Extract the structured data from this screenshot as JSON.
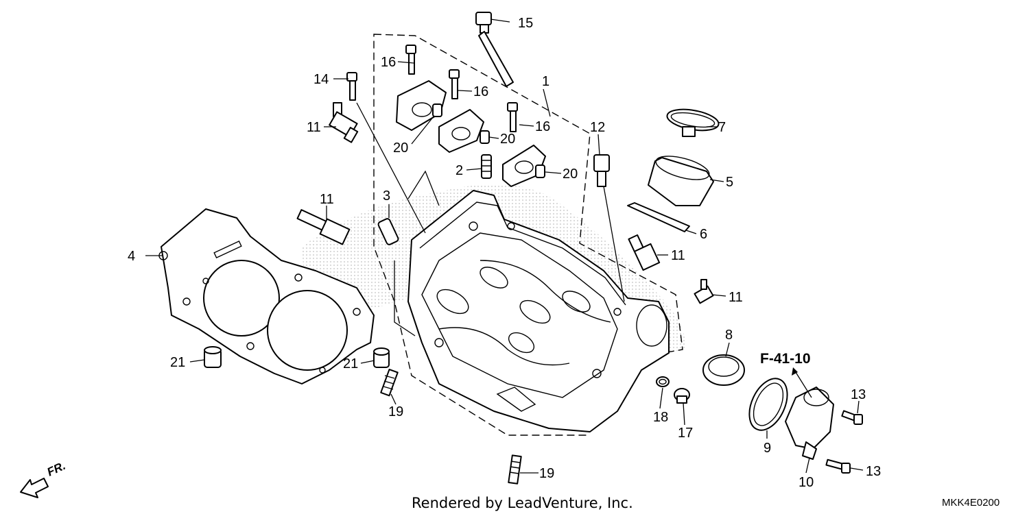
{
  "callouts": {
    "c1": "1",
    "c2": "2",
    "c3": "3",
    "c4": "4",
    "c5": "5",
    "c6": "6",
    "c7": "7",
    "c8": "8",
    "c9": "9",
    "c10": "10",
    "c11a": "11",
    "c11b": "11",
    "c11c": "11",
    "c11d": "11",
    "c12": "12",
    "c13a": "13",
    "c13b": "13",
    "c14": "14",
    "c15": "15",
    "c16a": "16",
    "c16b": "16",
    "c16c": "16",
    "c17": "17",
    "c18": "18",
    "c19a": "19",
    "c19b": "19",
    "c20a": "20",
    "c20b": "20",
    "c20c": "20",
    "c21a": "21",
    "c21b": "21"
  },
  "reference_label": "F-41-10",
  "footer": {
    "credit": "Rendered by LeadVenture, Inc.",
    "diagram_code": "MKK4E0200"
  },
  "front_indicator": "FR.",
  "colors": {
    "line": "#000000",
    "background": "#ffffff",
    "watermark": "#d8d8d8"
  }
}
